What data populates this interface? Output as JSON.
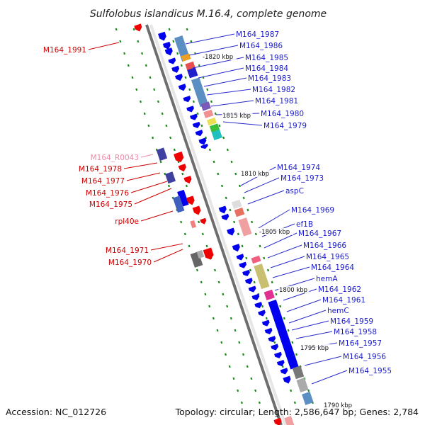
{
  "title": "Sulfolobus islandicus M.16.4, complete genome",
  "footer": {
    "accession": "Accession: NC_012726",
    "summary": "Topology: circular; Length: 2,586,647 bp; Genes: 2,784"
  },
  "scale_labels": [
    "-1820 kbp",
    "1815 kbp",
    "1810 kbp",
    "-1805 kbp",
    "1800 kbp",
    "1795 kbp",
    "1790 kbp"
  ],
  "colors": {
    "forward_cds": "#0000ee",
    "reverse_cds": "#ee0000",
    "forward_label": "#1a1acc",
    "reverse_label": "#cc0000",
    "rna_label": "#f08aa8",
    "backbone": "#808080",
    "tick": "#1a8a1a"
  },
  "right_labels": [
    "M164_1987",
    "M164_1986",
    "M164_1985",
    "M164_1984",
    "M164_1983",
    "M164_1982",
    "M164_1981",
    "M164_1980",
    "M164_1979",
    "M164_1974",
    "M164_1973",
    "aspC",
    "M164_1969",
    "ef1B",
    "M164_1967",
    "M164_1966",
    "M164_1965",
    "M164_1964",
    "hemA",
    "M164_1962",
    "M164_1961",
    "hemC",
    "M164_1959",
    "M164_1958",
    "M164_1957",
    "M164_1956",
    "M164_1955"
  ],
  "left_labels": [
    "M164_1991",
    "M164_R0043",
    "M164_1978",
    "M164_1977",
    "M164_1976",
    "M164_1975",
    "rpl40e",
    "M164_1971",
    "M164_1970"
  ]
}
